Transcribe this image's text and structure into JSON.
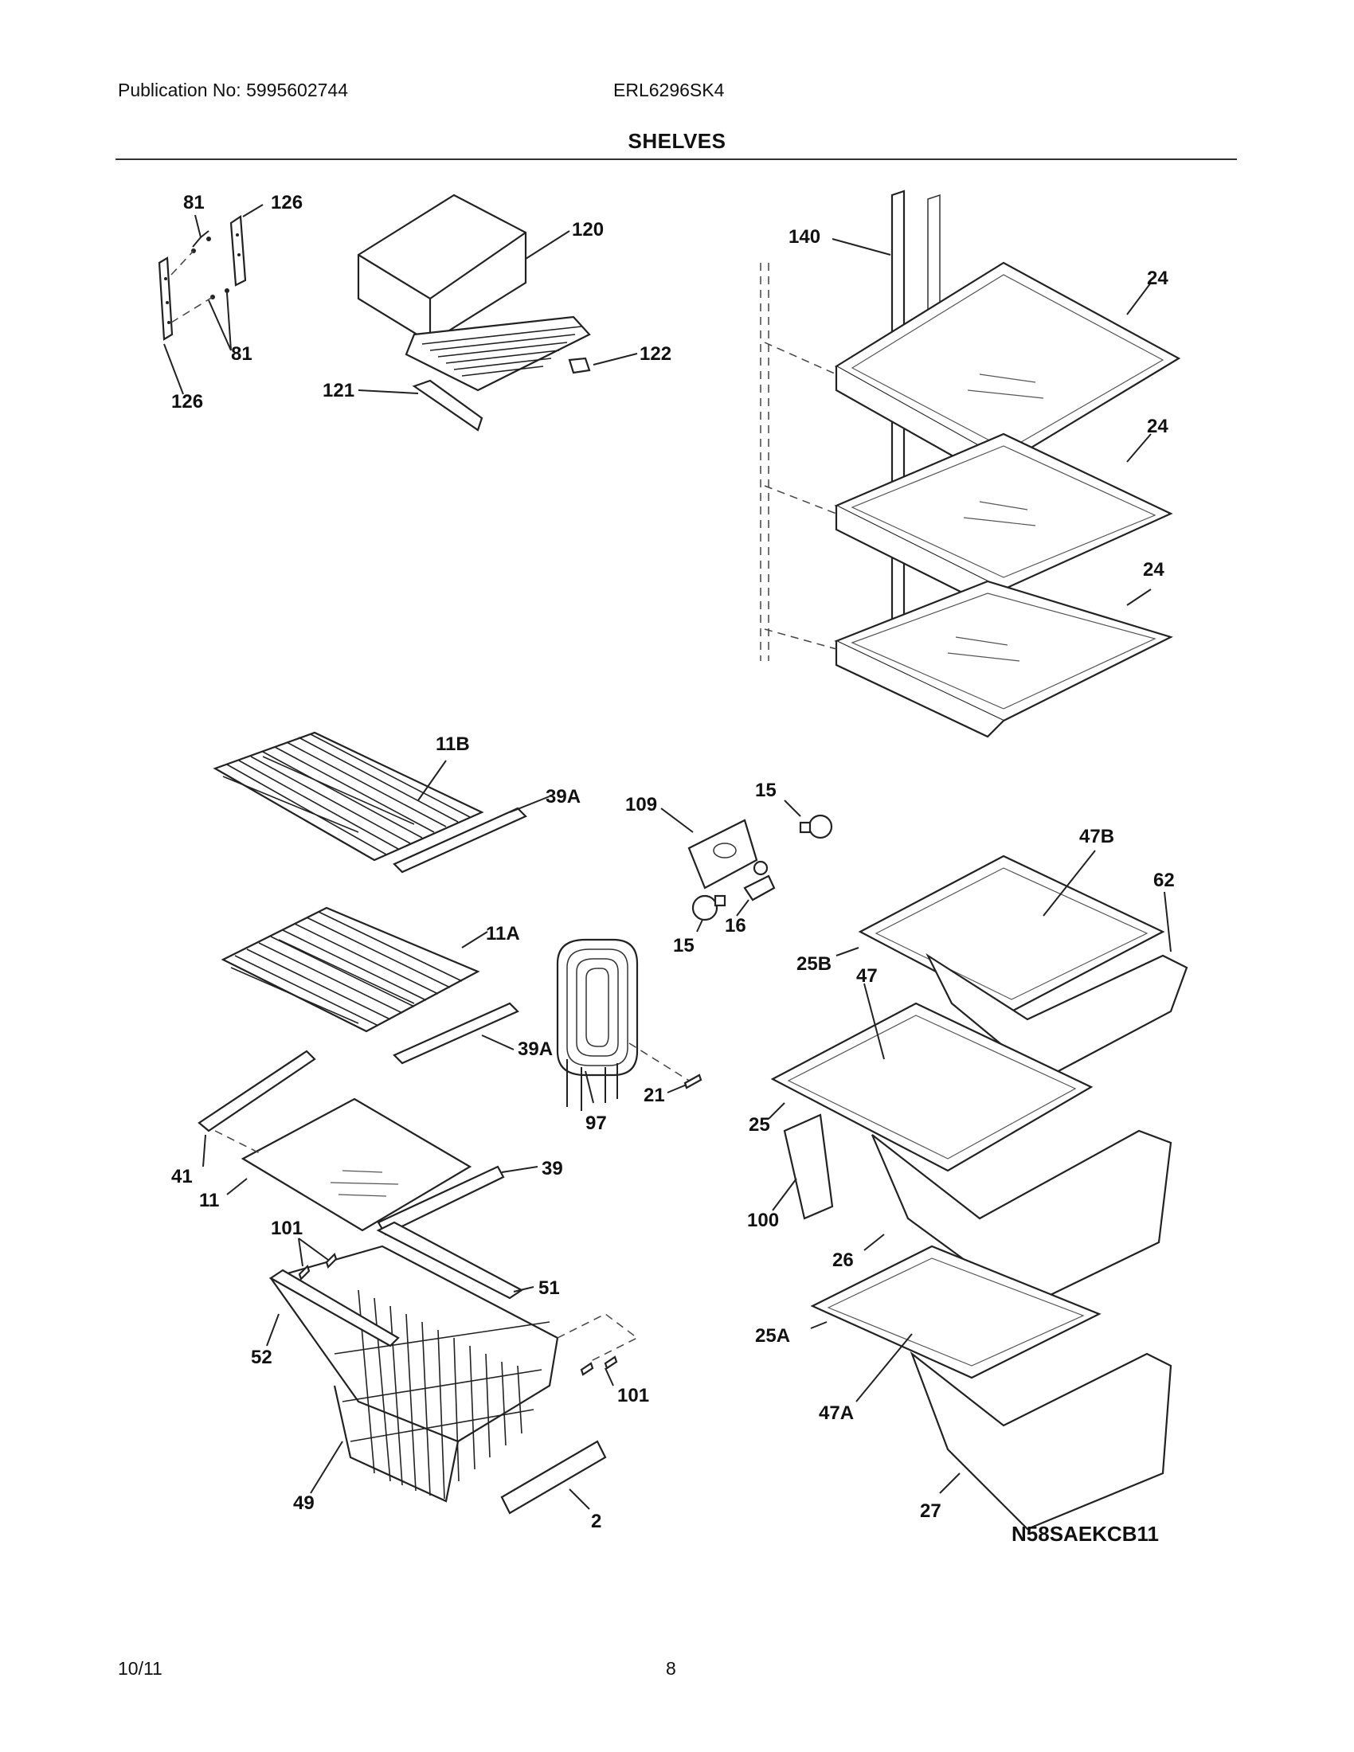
{
  "header": {
    "publication": "Publication No: 5995602744",
    "model": "ERL6296SK4",
    "section_title": "SHELVES"
  },
  "footer": {
    "date": "10/11",
    "page": "8"
  },
  "diagram": {
    "code": "N58SAEKCB11",
    "callouts": [
      "81",
      "126",
      "81",
      "126",
      "120",
      "122",
      "121",
      "140",
      "24",
      "24",
      "24",
      "11B",
      "39A",
      "109",
      "15",
      "15",
      "16",
      "47B",
      "62",
      "11A",
      "39A",
      "97",
      "21",
      "25B",
      "47",
      "25",
      "41",
      "11",
      "39",
      "101",
      "100",
      "26",
      "51",
      "52",
      "101",
      "25A",
      "47A",
      "49",
      "2",
      "27"
    ]
  }
}
